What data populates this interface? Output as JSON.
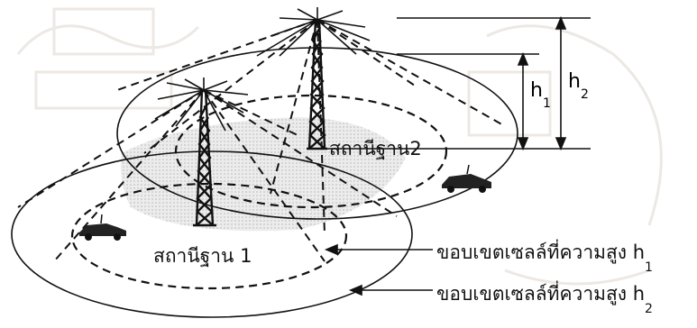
{
  "labels": {
    "station_1": "สถานีฐาน 1",
    "station_2": "สถานีฐาน2",
    "h1_letter": "h",
    "h1_sub": "1",
    "h2_letter": "h",
    "h2_sub": "2",
    "boundary_h1_text": "ขอบเขตเซลล์ที่ความสูง h",
    "boundary_h1_sub": "1",
    "boundary_h2_text": "ขอบเขตเซลล์ที่ความสูง h",
    "boundary_h2_sub": "2"
  },
  "colors": {
    "line": "#111111",
    "shade": "#d9d9d9",
    "watermark": "#c9bfb3"
  }
}
